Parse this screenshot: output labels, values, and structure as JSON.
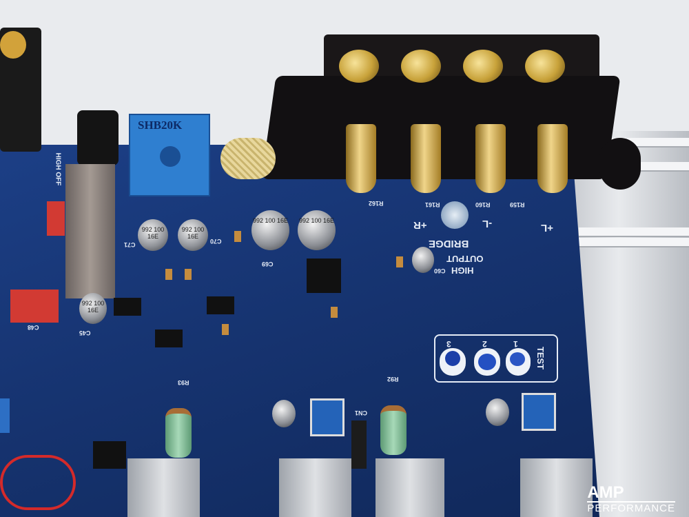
{
  "trimmer": {
    "label": "SHB20K"
  },
  "output_labels": {
    "plus_r": "+R",
    "minus_l": "-L",
    "plus_l": "+L",
    "bridge": "BRIDGE",
    "high": "HIGH",
    "output": "OUTPUT"
  },
  "resistor_labels": [
    "R162",
    "R161",
    "R160",
    "R159",
    "R93",
    "R92"
  ],
  "capacitors": [
    {
      "ref": "C69",
      "marking": "992 100 16E"
    },
    {
      "ref": "C70",
      "marking": "992 100 16E"
    },
    {
      "ref": "C71",
      "marking": "992 100 16E"
    },
    {
      "ref": "C60",
      "marking": ""
    },
    {
      "ref": "C45",
      "marking": "992 100 16E"
    },
    {
      "ref": "C48",
      "marking": ""
    }
  ],
  "test_panel": {
    "title": "TEST",
    "numbers": [
      "1",
      "2",
      "3"
    ]
  },
  "connector": {
    "ref": "CN1"
  },
  "switch_labels": {
    "high": "HIGH",
    "off": "OFF"
  },
  "watermark": {
    "top": "AMP",
    "bottom": "PERFORMANCE"
  }
}
